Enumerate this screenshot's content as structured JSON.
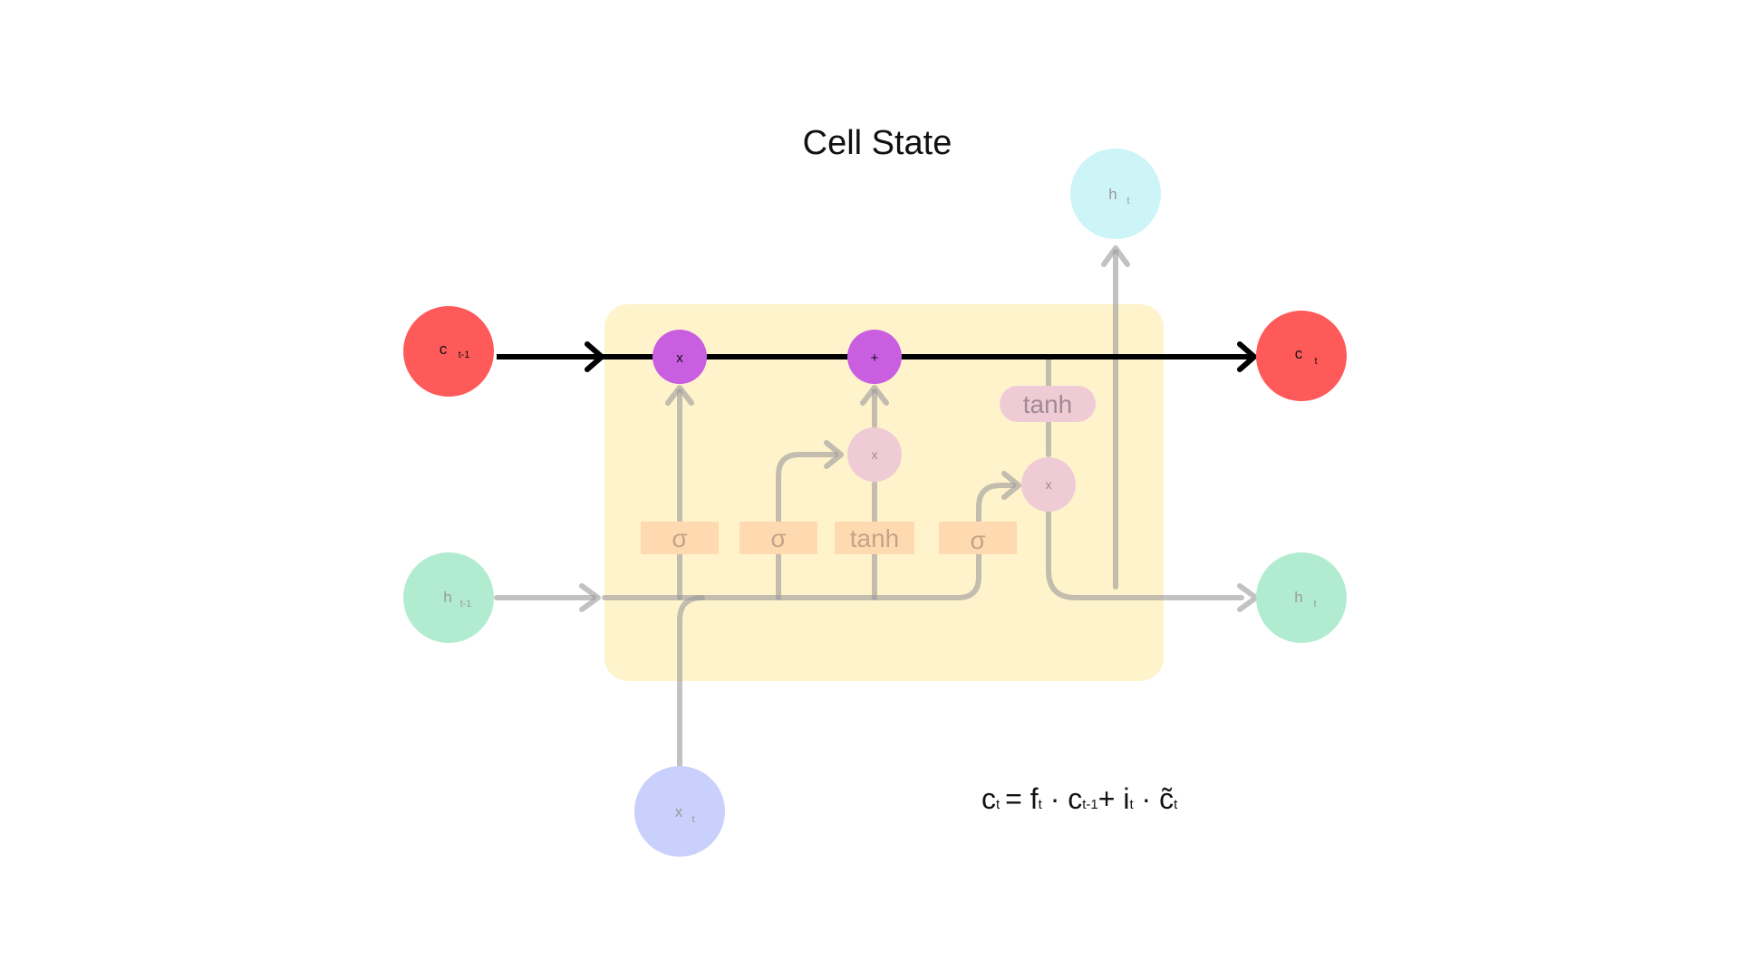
{
  "title": "Cell State",
  "colors": {
    "cell_state_node": "#ff5a5a",
    "hidden_node": "#b2ecd0",
    "output_node": "#cdf4f7",
    "input_node": "#c8d0fb",
    "operator_active": "#c95ee1",
    "operator_faded": "#efcbd5",
    "box_fill": "#fff3cc",
    "gate_fill": "#ffd9b0",
    "active_arrow": "#000000",
    "faded_arrow": "#b3b3b3"
  },
  "nodes": {
    "c_prev": {
      "main": "c",
      "sub": "t-1"
    },
    "c_next": {
      "main": "c",
      "sub": "t"
    },
    "h_prev": {
      "main": "h",
      "sub": "t-1"
    },
    "h_next": {
      "main": "h",
      "sub": "t"
    },
    "h_out": {
      "main": "h",
      "sub": "t"
    },
    "x_in": {
      "main": "x",
      "sub": "t"
    }
  },
  "operators": {
    "forget_multiply": "x",
    "add": "+",
    "input_multiply": "x",
    "output_multiply": "x"
  },
  "gates": {
    "forget": "σ",
    "input": "σ",
    "candidate": "tanh",
    "output": "σ",
    "cell_tanh": "tanh"
  },
  "equation": {
    "c": "c",
    "c_sub": "t",
    "eq": "= ",
    "f": "f",
    "f_sub": "t",
    "dot1": " · ",
    "c2": "c",
    "c2_sub": "t-1",
    "plus": "+ ",
    "i": "i",
    "i_sub": "t",
    "dot2": " · ",
    "ctilde": "c̃",
    "ctilde_sub": "t"
  }
}
